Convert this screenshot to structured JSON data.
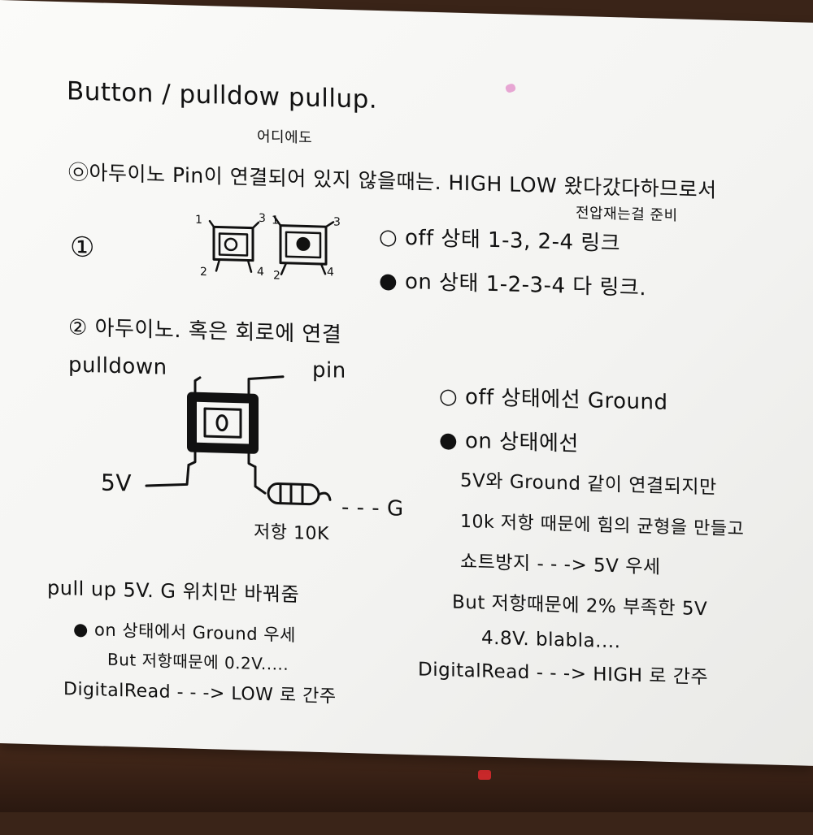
{
  "notes": {
    "title": "Button / pulldow pullup.",
    "aside_above": "어디에도",
    "line1": "㉧아두이노 Pin이 연결되어 있지 않을때는. HIGH LOW 왔다갔다하므로서",
    "line1_sub": "전압재는걸 준비",
    "item1_num": "①",
    "item1_off": "○ off 상태 1-3, 2-4 링크",
    "item1_on": "● on 상태 1-2-3-4 다 링크.",
    "item2": "② 아두이노. 혹은 회로에 연결",
    "pulldown_label": "pulldown",
    "pin_label": "pin",
    "sv_label": "5V",
    "g_label": "- - - G",
    "resistor_label": "저항 10K",
    "btn_numbers": {
      "n1": "1",
      "n3a": "3",
      "n1b": "1",
      "n3b": "3",
      "n2a": "2",
      "n4a": "4",
      "n2b": "2",
      "n4b": "4"
    },
    "off_ground": "○ off 상태에선   Ground",
    "on_state": "● on 상태에선",
    "on_line1": "5V와 Ground 같이 연결되지만",
    "on_line2": "10k 저항 때문에 힘의 균형을 만들고",
    "on_line3": "쇼트방지 - - -> 5V 우세",
    "on_line4": "But 저항때문에 2% 부족한 5V",
    "on_line5": "4.8V. blabla....",
    "digital_high": "DigitalRead - - ->  HIGH 로 간주",
    "pullup_title": "pull up   5V. G 위치만 바꿔줌",
    "pullup_on": "● on 상태에서 Ground 우세",
    "pullup_but": "But 저항때문에 0.2V.....",
    "digital_low": "DigitalRead - - -> LOW 로 간주"
  }
}
